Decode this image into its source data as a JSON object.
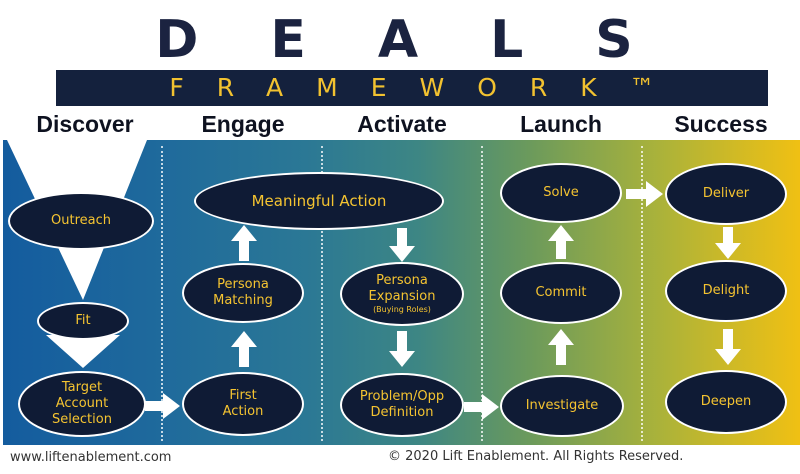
{
  "header": {
    "title": "DEALS",
    "subtitle": "FRAMEWORK™"
  },
  "stages": [
    "Discover",
    "Engage",
    "Activate",
    "Launch",
    "Success"
  ],
  "nodes": {
    "outreach": "Outreach",
    "fit": "Fit",
    "target_account_selection": [
      "Target",
      "Account",
      "Selection"
    ],
    "meaningful_action": "Meaningful Action",
    "persona_matching": [
      "Persona",
      "Matching"
    ],
    "first_action": [
      "First",
      "Action"
    ],
    "persona_expansion": [
      "Persona",
      "Expansion"
    ],
    "buying_roles": "(Buying Roles)",
    "problem_opp_definition": [
      "Problem/Opp",
      "Definition"
    ],
    "solve": "Solve",
    "commit": "Commit",
    "investigate": "Investigate",
    "deliver": "Deliver",
    "delight": "Delight",
    "deepen": "Deepen"
  },
  "footer": {
    "website": "www.liftenablement.com",
    "copyright": "©  2020 Lift Enablement. All Rights Reserved."
  },
  "colors": {
    "navy": "#0f1b35",
    "gold": "#f5c431",
    "gradient_start": "#145c9e",
    "gradient_end": "#f0c013"
  }
}
